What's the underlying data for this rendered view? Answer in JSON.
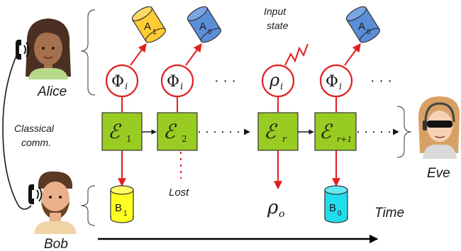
{
  "people": {
    "alice": "Alice",
    "bob": "Bob",
    "eve": "Eve"
  },
  "channel_label": [
    "Classical",
    "comm."
  ],
  "time_label": "Time",
  "input_state_label": [
    "Input",
    "state"
  ],
  "lost_label": "Lost",
  "ellipsis": "· · ·",
  "symbols": {
    "phi": "Φ",
    "phi_sub": "i",
    "rho": "ρ",
    "rho_sub": "i",
    "rho_out": "ρ",
    "rho_out_sub": "o",
    "eps": "ℰ",
    "eps_subs": [
      "1",
      "2",
      "r",
      "r+1"
    ]
  },
  "alice_memories": [
    {
      "letter": "A",
      "index": "1"
    },
    {
      "letter": "A",
      "index": "0"
    },
    {
      "letter": "A",
      "index": "0"
    }
  ],
  "bob_memories": [
    {
      "letter": "B",
      "index": "1"
    },
    {
      "letter": "B",
      "index": "0"
    }
  ],
  "colors": {
    "channel_box": "#99cc22",
    "circle_stroke": "#e02020",
    "arrow_red": "#e02020",
    "cyl_yellow": "#ffff22",
    "cyl_orange": "#ffcc33",
    "cyl_blue": "#5b8ed8",
    "cyl_cyan": "#22ddee"
  }
}
